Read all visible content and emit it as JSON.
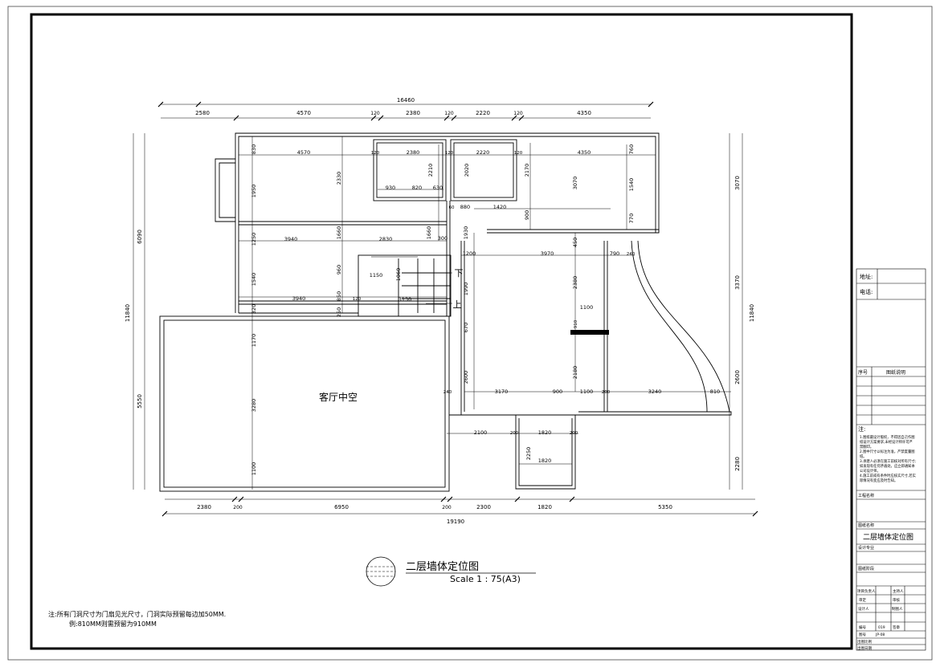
{
  "drawing": {
    "title": "二层墙体定位图",
    "scale": "Scale 1 : 75(A3)",
    "room_label": "客厅中空",
    "stair_down": "下",
    "stair_up": "上",
    "note_line1": "注:所有门洞尺寸为门扇见光尺寸，门洞实际预留每边加50MM.",
    "note_line2": "例:810MM则需预留为910MM"
  },
  "dimensions": {
    "top_total": "16460",
    "top_segments": [
      "2580",
      "4570",
      "120",
      "2380",
      "120",
      "2220",
      "120",
      "4350"
    ],
    "bottom_total": "19190",
    "bottom_segments": [
      "2380",
      "200",
      "6950",
      "200",
      "2300",
      "1820",
      "5350"
    ],
    "left_total": "11840",
    "left_segments": [
      "6090",
      "5550"
    ],
    "right_total": "11840",
    "right_segments": [
      "3070",
      "3370",
      "2600",
      "2280"
    ],
    "inner": {
      "r1_4570": "4570",
      "r1_120a": "120",
      "r1_2380": "2380",
      "r1_120b": "120",
      "r1_2220": "2220",
      "r1_120c": "120",
      "r1_4350": "4350",
      "v830": "830",
      "v1950": "1950",
      "v1250": "1250",
      "v1540": "1540",
      "v320": "320",
      "v1170": "1170",
      "v3280": "3280",
      "v1100": "1100",
      "v2330": "2330",
      "v1660a": "1660",
      "v960": "960",
      "v850": "850",
      "v250": "250",
      "v2210": "2210",
      "v2020": "2020",
      "v2170": "2170",
      "v3070": "3070",
      "v1540b": "1540",
      "v760": "760",
      "v770": "770",
      "v900a": "900",
      "h930": "930",
      "h820": "820",
      "h630": "630",
      "h60": "60",
      "h880": "880",
      "h1420": "1420",
      "h3940a": "3940",
      "h2830": "2830",
      "v1660b": "1660",
      "h300": "300",
      "v1930": "1930",
      "h1200": "1200",
      "h3970": "3970",
      "v450": "450",
      "h790": "790",
      "h240a": "240",
      "h1150": "1150",
      "v1060": "1060",
      "v1990": "1990",
      "h3130": "3130",
      "h3940b": "3940",
      "h120": "120",
      "v2380": "2380",
      "h1100a": "1100",
      "v910": "910",
      "v670": "670",
      "v2180": "2180",
      "v2600": "2600",
      "h240b": "240",
      "h3170": "3170",
      "h900": "900",
      "h1100b": "1100",
      "h200c": "200",
      "h3240": "3240",
      "h810": "810",
      "h2100": "2100",
      "h200d": "200",
      "h1820a": "1820",
      "h200e": "200",
      "v2250": "2250",
      "h1820b": "1820"
    }
  },
  "title_block": {
    "address_label": "地址:",
    "phone_label": "电话:",
    "seq_header": "序号",
    "desc_header": "图纸说明",
    "notes_title": "注:",
    "notes_lines": [
      "1.图纸最设计版权，不得因自己作图",
      "纸设计方案要求,未经设计师许可严",
      "禁翻印。",
      "2.图中尺寸以标注为准，严禁度量图",
      "纸。",
      "3.承建人必须在施工前核对所有尺寸;",
      "如发现有任何矛盾处，应立即通知本",
      "公司设计师。",
      "4.施工前或有条件时应核实尺寸,若实",
      "际情况有变应及时告知。"
    ],
    "project_name_label": "工程名称",
    "drawing_name_label": "图纸名称",
    "drawing_name": "二层墙体定位图",
    "discipline_label": "设计专业",
    "stage_label": "图纸阶段",
    "project_lead_label": "项目负责人",
    "chief_label": "主持人",
    "reviewer_label": "审定",
    "checker_label": "审核",
    "designer_label": "设计人",
    "drafter_label": "制图人",
    "number_label": "编号",
    "number_value": "019",
    "version_label": "签章",
    "sheet_label": "图号",
    "sheet_value": "JP-08",
    "scale_label": "出图比例",
    "date_label": "出图日期"
  }
}
